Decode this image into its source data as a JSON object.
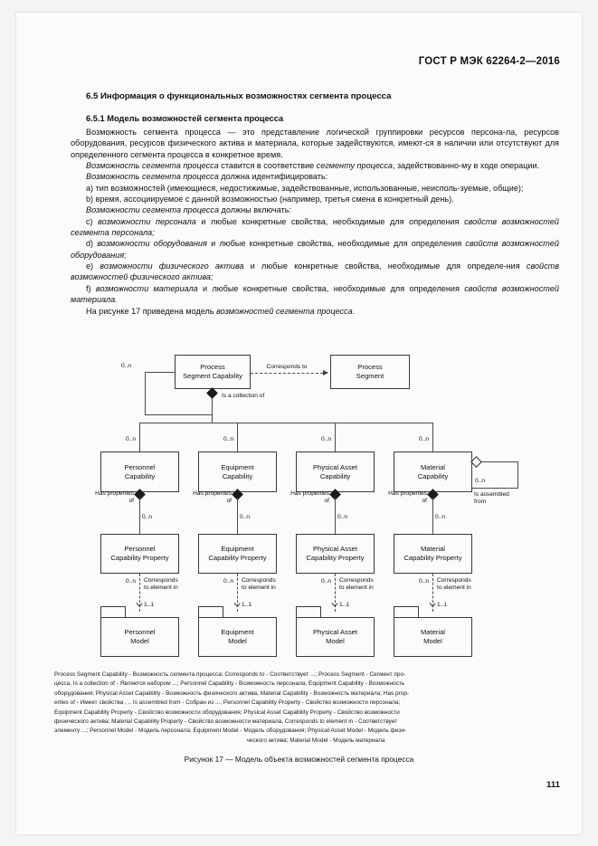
{
  "document": {
    "standard_header": "ГОСТ Р МЭК 62264-2—2016",
    "page_number": "111"
  },
  "headings": {
    "section": "6.5 Информация о функциональных возможностях сегмента процесса",
    "subsection": "6.5.1 Модель возможностей сегмента процесса"
  },
  "body": {
    "p1_a": "Возможность сегмента процесса — это представление логической группировки ресурсов персона-ла, ресурсов оборудования, ресурсов физического актива и материала, которые задействуются, имеют-ся в наличии или отсутствуют для определенного сегмента процесса в конкретное время.",
    "p2_pre": "Возможность сегмента процесса",
    "p2_mid": " ставится в соответствие ",
    "p2_it2": "сегменту процесса",
    "p2_post": ", задействованно-му в ходе операции.",
    "p3_it": "Возможность сегмента процесса",
    "p3_post": " должна идентифицировать:",
    "p4": "a) тип возможностей (имеющиеся, недостижимые, задействованные, использованные, неисполь-зуемые, общие);",
    "p5": "b) время, ассоциируемое с данной возможностью (например, третья смена в конкретный день).",
    "p6_it": "Возможности сегмента процесса",
    "p6_post": " должны включать:",
    "p7_pre": "c) ",
    "p7_it1": "возможности персонала",
    "p7_mid": " и любые конкретные свойства, необходимые для определения ",
    "p7_it2": "свойств возможностей сегмента персонала;",
    "p8_pre": "d) ",
    "p8_it1": "возможности оборудования",
    "p8_mid": " и любые конкретные свойства, необходимые для определения ",
    "p8_it2": "свойств возможностей оборудования;",
    "p9_pre": "e) ",
    "p9_it1": "возможности физического актива",
    "p9_mid": " и любые конкретные свойства, необходимые для определе-ния ",
    "p9_it2": "свойств возможностей физического актива;",
    "p10_pre": "f) ",
    "p10_it1": "возможности материала",
    "p10_mid": " и любые конкретные свойства, необходимые для определения ",
    "p10_it2": "свойств возможностей материала.",
    "p11_pre": "На рисунке 17 приведена модель ",
    "p11_it": "возможностей сегмента процесса",
    "p11_post": "."
  },
  "diagram": {
    "boxes": {
      "process_segment_capability_l1": "Process",
      "process_segment_capability_l2": "Segment Capability",
      "process_segment_l1": "Process",
      "process_segment_l2": "Segment",
      "personnel_capability_l1": "Personnel",
      "personnel_capability_l2": "Capability",
      "equipment_capability_l1": "Equipment",
      "equipment_capability_l2": "Capability",
      "physical_asset_capability_l1": "Physical Asset",
      "physical_asset_capability_l2": "Capability",
      "material_capability_l1": "Material",
      "material_capability_l2": "Capability",
      "personnel_capability_property_l1": "Personnel",
      "personnel_capability_property_l2": "Capability Property",
      "equipment_capability_property_l1": "Equipment",
      "equipment_capability_property_l2": "Capability Property",
      "physical_asset_capability_property_l1": "Physical Asset",
      "physical_asset_capability_property_l2": "Capability Property",
      "material_capability_property_l1": "Material",
      "material_capability_property_l2": "Capability Property",
      "personnel_model_l1": "Personnel",
      "personnel_model_l2": "Model",
      "equipment_model_l1": "Equipment",
      "equipment_model_l2": "Model",
      "physical_asset_model_l1": "Physical Asset",
      "physical_asset_model_l2": "Model",
      "material_model_l1": "Material",
      "material_model_l2": "Model"
    },
    "labels": {
      "corresponds_to": "Corresponds to",
      "is_a_collection_of": "Is a collection of",
      "is_assembled_from_l1": "Is assembled",
      "is_assembled_from_l2": "from",
      "has_properties_l1": "Has properties",
      "has_properties_l2": "of",
      "corresponds_to_element_l1": "Corresponds",
      "corresponds_to_element_l2": "to element in"
    },
    "multiplicities": {
      "top_left": "0..n",
      "self_loop_material": "0..n",
      "cap_1": "0..n",
      "cap_2": "0..n",
      "cap_3": "0..n",
      "cap_4": "0..n",
      "prop_1": "0..n",
      "prop_2": "0..n",
      "prop_3": "0..n",
      "prop_4": "0..n",
      "corr_1": "0..n",
      "corr_2": "0..n",
      "corr_3": "0..n",
      "corr_4": "0..n",
      "model_1": "1..1",
      "model_2": "1..1",
      "model_3": "1..1",
      "model_4": "1..1"
    }
  },
  "legend": {
    "line1": "Process Segment Capability - Возможность сегмента процесса; Corresponds to - Соответствует ...; Process Segment - Сегмент про-",
    "line2": "цесса, Is a collection of - Является набором ...; Personnel Capability - Возможность персонала; Equipment Capability - Возможность",
    "line3": "оборудования; Physical Asset Capability - Возможность физического актива, Material Capability - Возможность материала; Has prop-",
    "line4": "erties of - Имеет свойства , .. Is assembled from - Собран из ..., Personnel Capability Property - Свойство возможности персонала;",
    "line5": "Equipment Capability Property - Свойство возможности оборудования; Physical Asset Capability Property - Свойство возможности",
    "line6": "физического актива; Material Capability Property - Свойство возможности материала, Corresponds to element in - Соответствует",
    "line7": "элементу ...; Personnel Model - Модель персонала; Equipment Model - Модель оборудования; Physical Asset Model - Модель физи-",
    "line8": "ческого актива; Material Model - Модель материала"
  },
  "caption": "Рисунок 17 — Модель объекта возможностей сегмента процесса"
}
